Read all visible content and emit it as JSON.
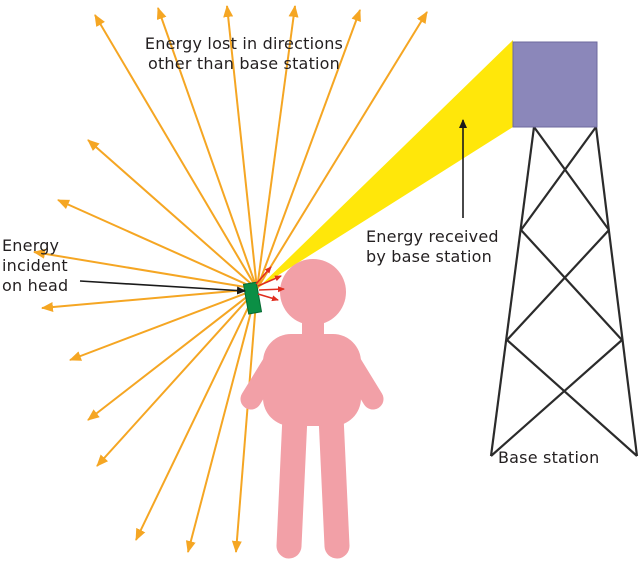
{
  "diagram": {
    "labels": {
      "energy_lost": {
        "line1": "Energy lost in directions",
        "line2": "other than base station"
      },
      "energy_incident": {
        "line1": "Energy",
        "line2": "incident",
        "line3": "on head"
      },
      "energy_received": {
        "line1": "Energy received",
        "line2": "by base station"
      },
      "base_station": "Base station"
    },
    "colors": {
      "radiation_arrow": "#F5A623",
      "energy_beam": "#FFE70A",
      "person": "#F2A0A7",
      "phone": "#0B8F45",
      "antenna_box": "#8B87BA",
      "incident_arrows": "#E02D1F",
      "label_text": "#231F20",
      "tower": "#2B2B2B",
      "background": "#FFFFFF"
    }
  }
}
